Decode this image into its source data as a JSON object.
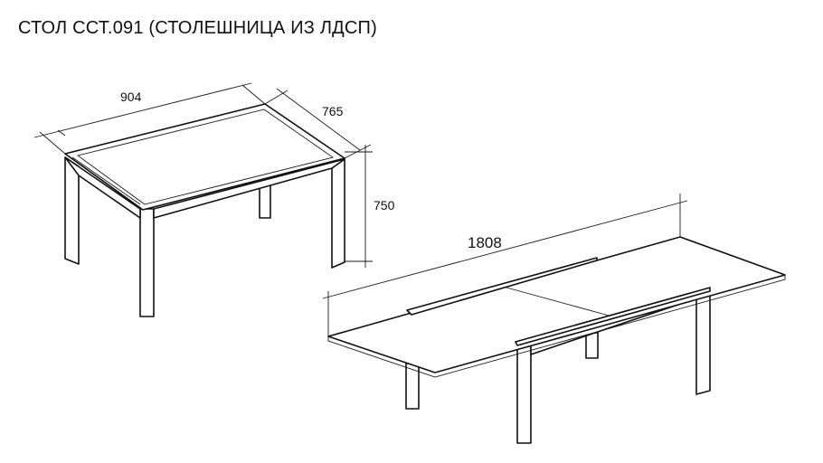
{
  "title": "СТОЛ ССТ.091 (СТОЛЕШНИЦА ИЗ ЛДСП)",
  "dimensions": {
    "length_folded": "904",
    "depth": "765",
    "height": "750",
    "length_extended": "1808"
  }
}
